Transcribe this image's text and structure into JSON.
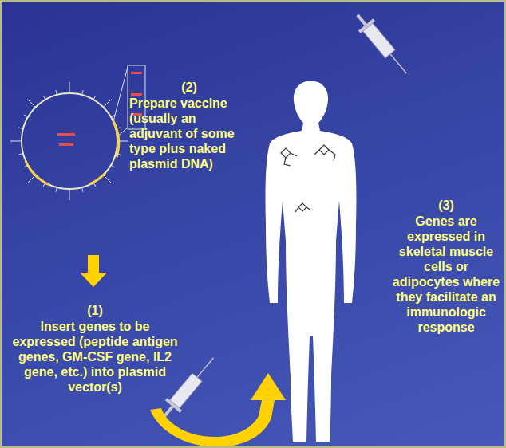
{
  "diagram": {
    "labels": [
      "(1)",
      "Insert genes to be expressed (peptide antigen genes, GM-CSF gene, IL2 gene, etc.) into plasmid vector(s)",
      "(2)",
      "Prepare vaccine (usually an adjuvant of some type plus naked plasmid DNA)",
      "(3)",
      "Genes are expressed in skeletal muscle cells or adipocytes where they facilitate an immunologic response"
    ]
  }
}
